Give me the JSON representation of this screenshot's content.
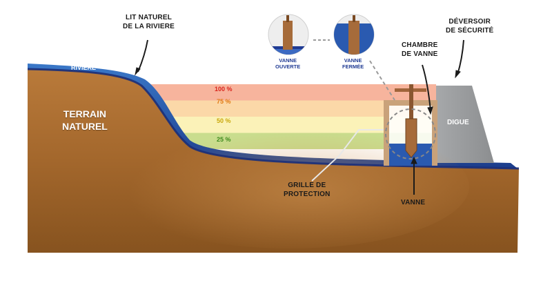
{
  "labels": {
    "lit_naturel": [
      "LIT NATUREL",
      "DE LA RIVIERE"
    ],
    "riviere": "RIVIÈRE",
    "terrain_naturel": [
      "TERRAIN",
      "NATUREL"
    ],
    "vanne_ouverte": [
      "VANNE",
      "OUVERTE"
    ],
    "vanne_fermee": [
      "VANNE",
      "FERMÉE"
    ],
    "chambre_vanne": [
      "CHAMBRE",
      "DE VANNE"
    ],
    "deversoir": [
      "DÉVERSOIR",
      "DE SÉCURITÉ"
    ],
    "digue": "DIGUE",
    "grille": [
      "GRILLE DE",
      "PROTECTION"
    ],
    "vanne": "VANNE"
  },
  "levels": [
    {
      "label": "100 %",
      "fraction": 1.0,
      "band_color": "#f7b49d",
      "text_color": "#d9241c"
    },
    {
      "label": "75 %",
      "fraction": 0.75,
      "band_color": "#fbd8a8",
      "text_color": "#e07a12"
    },
    {
      "label": "50 %",
      "fraction": 0.5,
      "band_color": "#fbf2b8",
      "text_color": "#c9a80c"
    },
    {
      "label": "25 %",
      "fraction": 0.25,
      "band_color": "#c9dd8e",
      "text_color": "#3f8a1e"
    }
  ],
  "colors": {
    "soil": "#a86a2c",
    "soil_dark": "#7a4a1c",
    "water": "#2b5fb0",
    "water_deep": "#1a2f7a",
    "dike": "#9a9c9e",
    "chamber_frame": "#c9a27a"
  },
  "icons": [
    "valve-open-icon",
    "valve-closed-icon",
    "gate-valve-icon"
  ]
}
